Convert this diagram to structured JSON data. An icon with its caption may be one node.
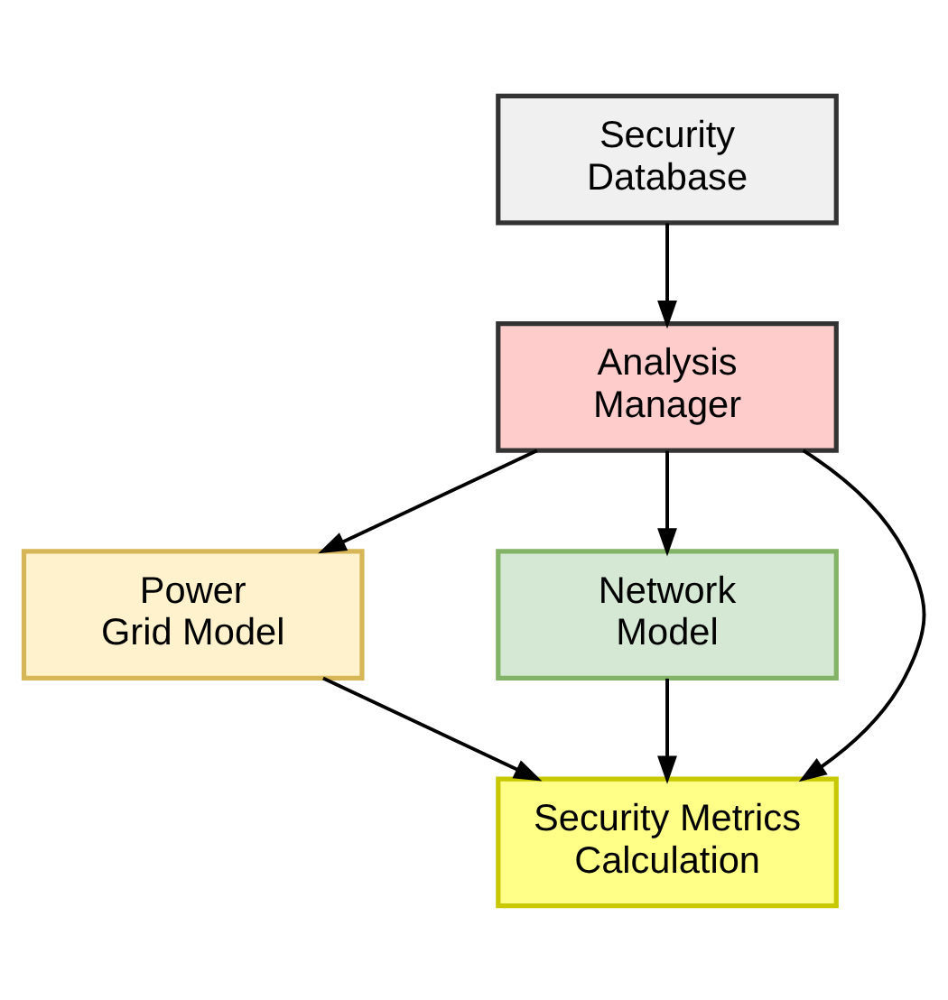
{
  "diagram": {
    "nodes": [
      {
        "text": [
          "Security Database"
        ]
      },
      {
        "text": [
          "Analysis Manager"
        ]
      },
      {
        "text": [
          "Power Grid Model"
        ]
      },
      {
        "text": [
          "Network Model"
        ]
      },
      {
        "text": [
          "Security Metrics Calculation"
        ]
      }
    ],
    "edges": [
      {
        "from": 0,
        "to": 1,
        "arrow": "to"
      },
      {
        "from": 1,
        "to": 2,
        "arrow": "to"
      },
      {
        "from": 1,
        "to": 4,
        "arrow": "to"
      },
      {
        "from": 1,
        "to": 3,
        "arrow": "to"
      },
      {
        "from": 2,
        "to": 4,
        "arrow": "to"
      },
      {
        "from": 3,
        "to": 4,
        "arrow": "to"
      }
    ]
  }
}
